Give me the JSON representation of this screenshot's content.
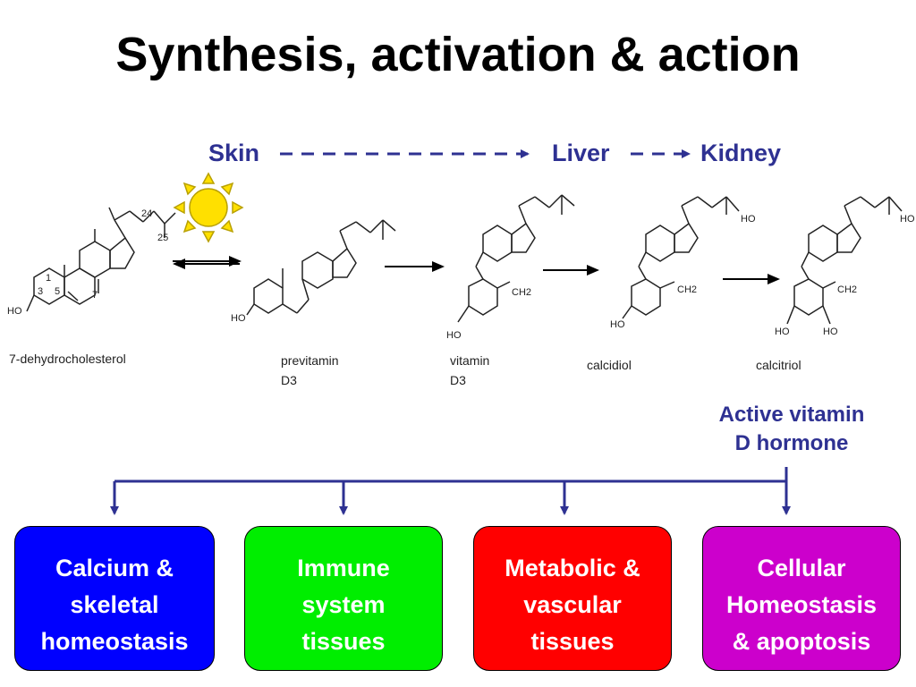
{
  "title": "Synthesis, activation & action",
  "organs": {
    "skin": "Skin",
    "liver": "Liver",
    "kidney": "Kidney"
  },
  "compounds": [
    {
      "name": "7-dehydrocholesterol",
      "key": "dhc"
    },
    {
      "name": "previtamin\nD3",
      "key": "pre"
    },
    {
      "name": "vitamin\nD3",
      "key": "vitd3"
    },
    {
      "name": "calcidiol",
      "key": "calcidiol"
    },
    {
      "name": "calcitriol",
      "key": "calcitriol"
    }
  ],
  "structure_labels": {
    "dhc": [
      "24",
      "25",
      "1",
      "3",
      "5",
      "7",
      "HO"
    ],
    "pre": [
      "HO"
    ],
    "vitd3": [
      "CH2",
      "HO"
    ],
    "calcidiol": [
      "HO",
      "CH2",
      "HO"
    ],
    "calcitriol": [
      "HO",
      "CH2",
      "HO",
      "HO"
    ]
  },
  "hormone_label": "Active vitamin\nD hormone",
  "outcomes": [
    {
      "label": "Calcium &\nskeletal\nhomeostasis",
      "color": "#0000ff"
    },
    {
      "label": "Immune\nsystem\ntissues",
      "color": "#00ee00"
    },
    {
      "label": "Metabolic &\nvascular\ntissues",
      "color": "#ff0000"
    },
    {
      "label": "Cellular\nHomeostasis\n& apoptosis",
      "color": "#cc00cc"
    }
  ],
  "colors": {
    "accent": "#2e3192",
    "sun": "#ffe000",
    "sun_outline": "#b8a000"
  }
}
